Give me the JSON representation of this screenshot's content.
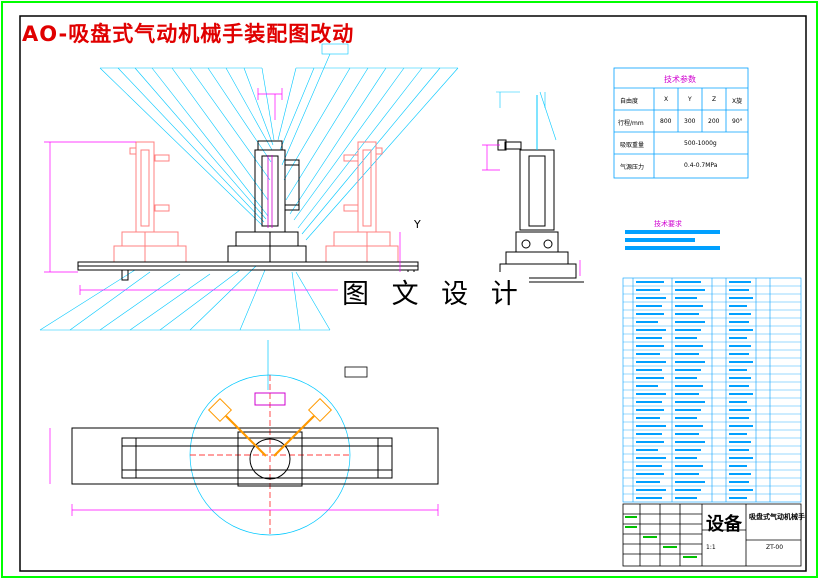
{
  "drawing": {
    "title": "AO-吸盘式气动机械手装配图改动",
    "watermark": "图 文 设 计",
    "axis_label": "Y"
  },
  "params_table": {
    "title": "技术参数",
    "rows": [
      {
        "label": "自由度",
        "values": [
          "X",
          "Y",
          "Z",
          "X旋"
        ]
      },
      {
        "label": "行程/mm",
        "values": [
          "800",
          "300",
          "200",
          "90°"
        ]
      },
      {
        "label": "吸取重量",
        "values": [
          "500-1000g"
        ]
      },
      {
        "label": "气源压力",
        "values": [
          "0.4-0.7MPa"
        ]
      }
    ]
  },
  "tech_req": {
    "title": "技术要求"
  },
  "title_block": {
    "company": "设备",
    "drawing_name": "吸盘式气动机械手",
    "code": "ZT-00",
    "scale": "1:1"
  },
  "colors": {
    "frame": "#000000",
    "title": "#e00000",
    "leader": "#00c8ff",
    "part": "#ff8080",
    "dim": "#ff00ff",
    "highlight": "#ff9900",
    "table": "#00a0ff"
  }
}
